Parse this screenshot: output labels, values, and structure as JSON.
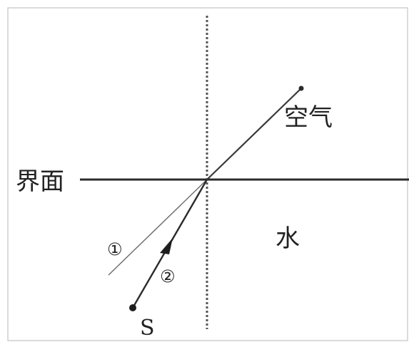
{
  "labels": {
    "interface": "界面",
    "air": "空气",
    "water": "水",
    "ray_1": "①",
    "ray_2": "②",
    "source": "S"
  },
  "colors": {
    "line": "#2b2b2b",
    "normal": "#555555",
    "text": "#222222",
    "frame": "#cccccc"
  }
}
